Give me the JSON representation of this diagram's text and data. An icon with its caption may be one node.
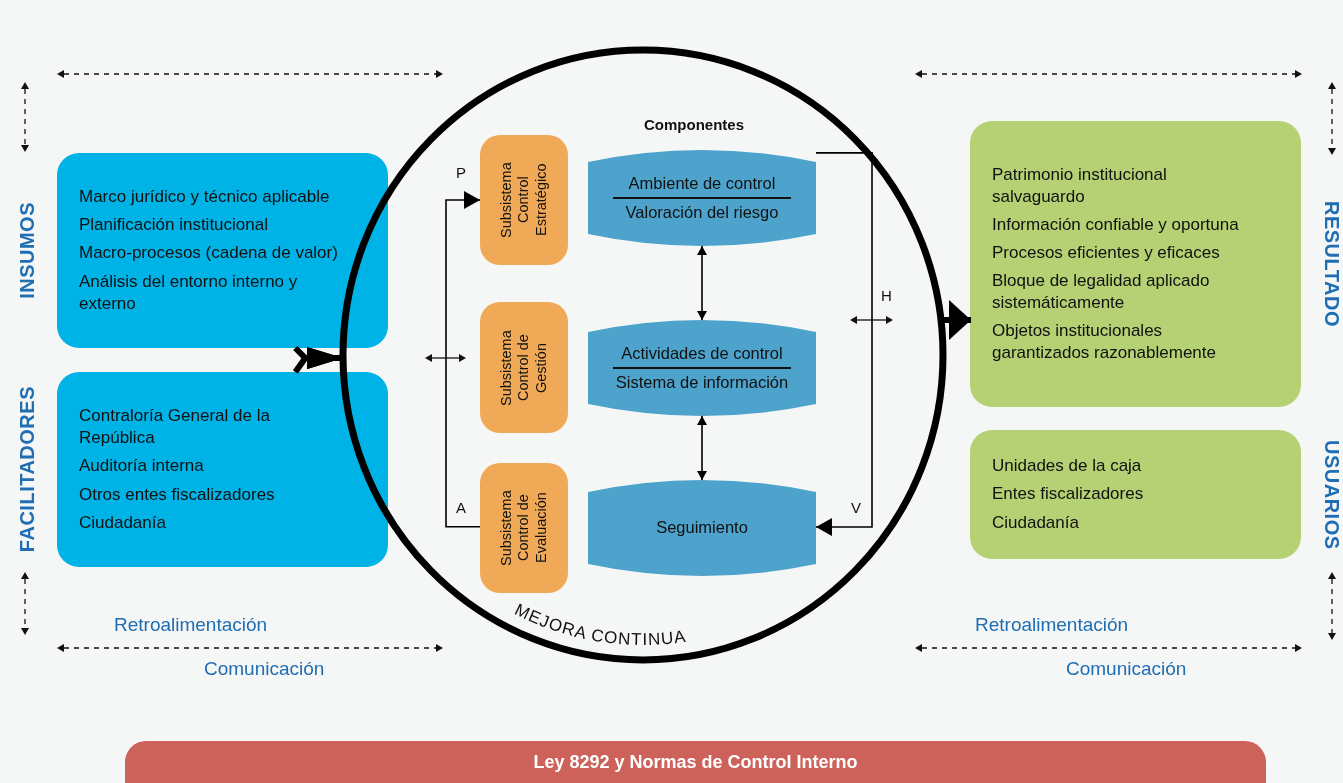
{
  "diagram": {
    "nodes": [
      {
        "text": [
          "INSUMOS",
          "Marco jurídico y técnico aplicable",
          "Planificación institucional",
          "Macro-procesos (cadena de valor)",
          "Análisis del entorno interno y externo"
        ]
      },
      {
        "text": [
          "FACILITADORES",
          "Contraloría General de la República",
          "Auditoría interna",
          "Otros entes fiscalizadores",
          "Ciudadanía"
        ]
      },
      {
        "text": [
          "MEJORA CONTINUA"
        ]
      },
      {
        "text": [
          "Subsistema Control Estratégico"
        ],
        "in": 2
      },
      {
        "text": [
          "Ambiente de control",
          "Valoración del riesgo"
        ],
        "in": 2
      },
      {
        "text": [
          "Subsistema Control de Gestión"
        ],
        "in": 2
      },
      {
        "text": [
          "Actividades de control",
          "Sistema de información"
        ],
        "in": 2
      },
      {
        "text": [
          "Subsistema Control de Evaluación"
        ],
        "in": 2
      },
      {
        "text": [
          "Seguimiento"
        ],
        "in": 2
      },
      {
        "text": [
          "RESULTADO",
          "Patrimonio institucional salvaguardo",
          "Información confiable y oportuna",
          "Procesos eficientes y eficaces",
          "Bloque de legalidad aplicado sistemáticamente",
          "Objetos institucionales garantizados razonablemente"
        ]
      },
      {
        "text": [
          "USUARIOS",
          "Unidades de la caja",
          "Entes fiscalizadores",
          "Ciudadanía"
        ]
      },
      {
        "text": [
          "Ley 8292 y Normas de Control Interno"
        ]
      }
    ],
    "edges": [
      {
        "from": 0,
        "to": 2,
        "arrow": "to",
        "style": "thick"
      },
      {
        "from": 1,
        "to": 2,
        "arrow": "to",
        "style": "thick"
      },
      {
        "from": 7,
        "to": 3,
        "arrow": "to"
      },
      {
        "from": 4,
        "to": 6,
        "arrow": "both"
      },
      {
        "from": 6,
        "to": 8,
        "arrow": "both"
      },
      {
        "from": 4,
        "to": 8,
        "arrow": "to"
      },
      {
        "from": 2,
        "to": 9,
        "arrow": "to",
        "style": "thick"
      }
    ],
    "labels": [
      "Componentes",
      "P",
      "H",
      "A",
      "V",
      "Retroalimentación",
      "Retroalimentación",
      "Comunicación",
      "Comunicación"
    ]
  }
}
